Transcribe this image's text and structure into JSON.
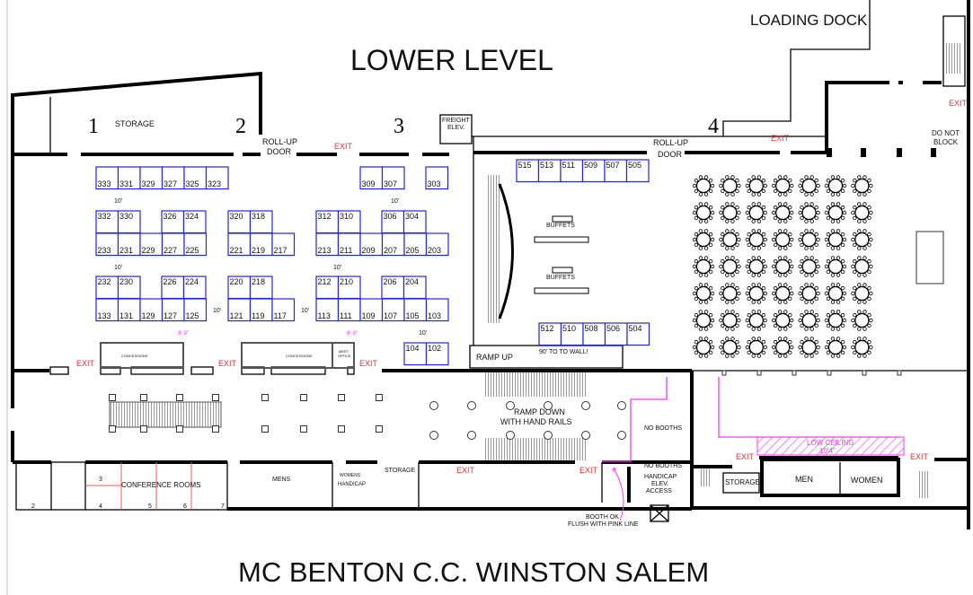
{
  "title": "MC BENTON C.C. WINSTON SALEM",
  "level": "LOWER LEVEL",
  "loading_dock": "LOADING DOCK",
  "sections": [
    "1",
    "2",
    "3",
    "4"
  ],
  "labels": {
    "storage_top": "STORAGE",
    "rollup_1": "ROLL-UP",
    "door_1": "DOOR",
    "rollup_2": "ROLL-UP",
    "door_2": "DOOR",
    "freight": "FREIGHT",
    "elev": "ELEV.",
    "exit": "EXIT",
    "buffets": "BUFFETS",
    "ramp_up": "RAMP UP",
    "to_wall": "90' TO TO WALL!",
    "ramp_down_1": "RAMP DOWN",
    "ramp_down_2": "WITH HAND RAILS",
    "no_booths": "NO BOOTHS",
    "handicap_1": "HANDICAP",
    "handicap_2": "ELEV.",
    "handicap_3": "ACCESS",
    "booth_ok_1": "BOOTH OK",
    "booth_ok_2": "FLUSH WITH PINK LINE",
    "storage": "STORAGE",
    "men": "MEN",
    "women": "WOMEN",
    "low_ceiling_1": "LOW CEILING",
    "low_ceiling_2": "10'4\"",
    "do_not_1": "DO NOT",
    "do_not_2": "BLOCK",
    "concessions": "CONCESSIONS",
    "meet_office_1": "MEET",
    "meet_office_2": "OFFICE",
    "clearance": "9'-9\"",
    "aisle": "10'",
    "conference_rooms": "CONFERENCE ROOMS",
    "mens": "MENS",
    "womens": "WOMENS",
    "handicap": "HANDICAP",
    "room_numbers": [
      "2",
      "3",
      "4",
      "5",
      "6",
      "7"
    ]
  },
  "booths": {
    "r1a": [
      "333",
      "331",
      "329",
      "327",
      "325",
      "323"
    ],
    "r1b": [
      "309",
      "307"
    ],
    "r1c": [
      "303"
    ],
    "r2a": [
      "332",
      "330"
    ],
    "r2b": [
      "326",
      "324"
    ],
    "r2c": [
      "320",
      "318"
    ],
    "r2d": [
      "312",
      "310"
    ],
    "r2e": [
      "306",
      "304"
    ],
    "r3a": [
      "233",
      "231",
      "229",
      "227",
      "225"
    ],
    "r3b": [
      "221",
      "219",
      "217"
    ],
    "r3c": [
      "213",
      "211",
      "209",
      "207",
      "205",
      "203"
    ],
    "r4a": [
      "232",
      "230"
    ],
    "r4b": [
      "226",
      "224"
    ],
    "r4c": [
      "220",
      "218"
    ],
    "r4d": [
      "212",
      "210"
    ],
    "r4e": [
      "206",
      "204"
    ],
    "r5a": [
      "133",
      "131",
      "129",
      "127",
      "125"
    ],
    "r5b": [
      "121",
      "119",
      "117"
    ],
    "r5c": [
      "113",
      "111",
      "109",
      "107",
      "105",
      "103"
    ],
    "r6": [
      "104",
      "102"
    ],
    "r7": [
      "515",
      "513",
      "511",
      "509",
      "507",
      "505"
    ],
    "r8": [
      "512",
      "510",
      "508",
      "506",
      "504"
    ]
  },
  "colors": {
    "booth": "#2323e8",
    "exit": "#ff2a2a",
    "restriction": "#ff33ff"
  }
}
